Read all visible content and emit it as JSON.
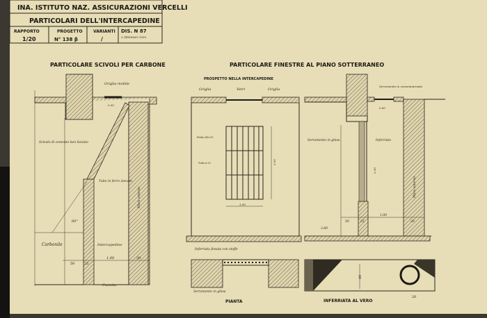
{
  "title_block": {
    "institute": "INA. ISTITUTO NAZ. ASSICURAZIONI VERCELLI",
    "subject": "PARTICOLARI DELL'INTERCAPEDINE",
    "rapporto_label": "RAPPORTO",
    "rapporto_value": "1/20",
    "progetto_label": "PROGETTO",
    "progetto_value": "N° 138 β",
    "varianti_label": "VARIANTI",
    "varianti_value": "/",
    "dis_label": "DIS. N 87",
    "date": "3 GENNAIO 1950"
  },
  "detail_left": {
    "heading": "PARTICOLARE SCIVOLI PER CARBONE",
    "griglia_mobile": "Griglia mobile",
    "dim_030": "0.30",
    "scivolo_label": "Scivolo di cemento ben lisciato",
    "tubo_label": "Tubo in ferro zincato",
    "angle": "60°",
    "carbonile": "Carbonile",
    "intercapedine": "Intercapedine",
    "cunetta": "Cunetta",
    "muro_label": "Muro esterno",
    "dims": [
      "50",
      "25",
      "1.00",
      "30"
    ]
  },
  "detail_center": {
    "heading": "PARTICOLARE FINESTRE AL PIANO SOTTERRANEO",
    "subheading": "PROSPETTO NELLA INTERCAPEDINE",
    "griglia_left": "Griglia",
    "vetri": "Vetri",
    "griglia_right": "Griglia",
    "piatto": "Piatto 40×10",
    "tubo": "Tubo ø 20",
    "dim_width": "1.00",
    "dim_height": "2.00",
    "plan_label": "Inferriata fissata con staffe",
    "serramento": "Serramento in ghisa",
    "pianta": "PIANTA",
    "inferriata_vero": "INFERRIATA AL VERO",
    "dim_40": "40",
    "dim_20": "20"
  },
  "detail_right": {
    "serramento_top": "Serramento in cementoarmato",
    "dim_060": "0.60",
    "serramento": "Serramento in ghisa",
    "inferriata": "Inferriata",
    "muro": "Muro esterno",
    "dim_height": "2.00",
    "dims": [
      "50",
      "25",
      "1.00",
      "30"
    ],
    "level": "3.80"
  }
}
